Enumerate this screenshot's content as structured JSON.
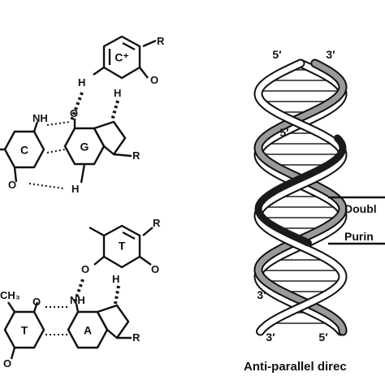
{
  "bases": {
    "cytosine_protonated": "C⁺",
    "cytosine": "C",
    "guanine": "G",
    "thymine_top": "T",
    "thymine_left": "T",
    "adenine": "A"
  },
  "atoms": {
    "r": "R",
    "o": "O",
    "h": "H",
    "nh": "NH",
    "ch3": "CH₃"
  },
  "helix": {
    "top_left_end": "5′",
    "top_right_end": "3′",
    "inner_end": "5′",
    "bottom_inner_end": "3′",
    "bottom_left_end": "3′",
    "bottom_right_end": "5′",
    "callout_double": "Doubl",
    "callout_purine": "Purin",
    "caption": "Anti-parallel direc"
  },
  "colors": {
    "ink": "#111111",
    "strand_gray": "#9a9a9a",
    "strand_black": "#1a1a1a"
  }
}
